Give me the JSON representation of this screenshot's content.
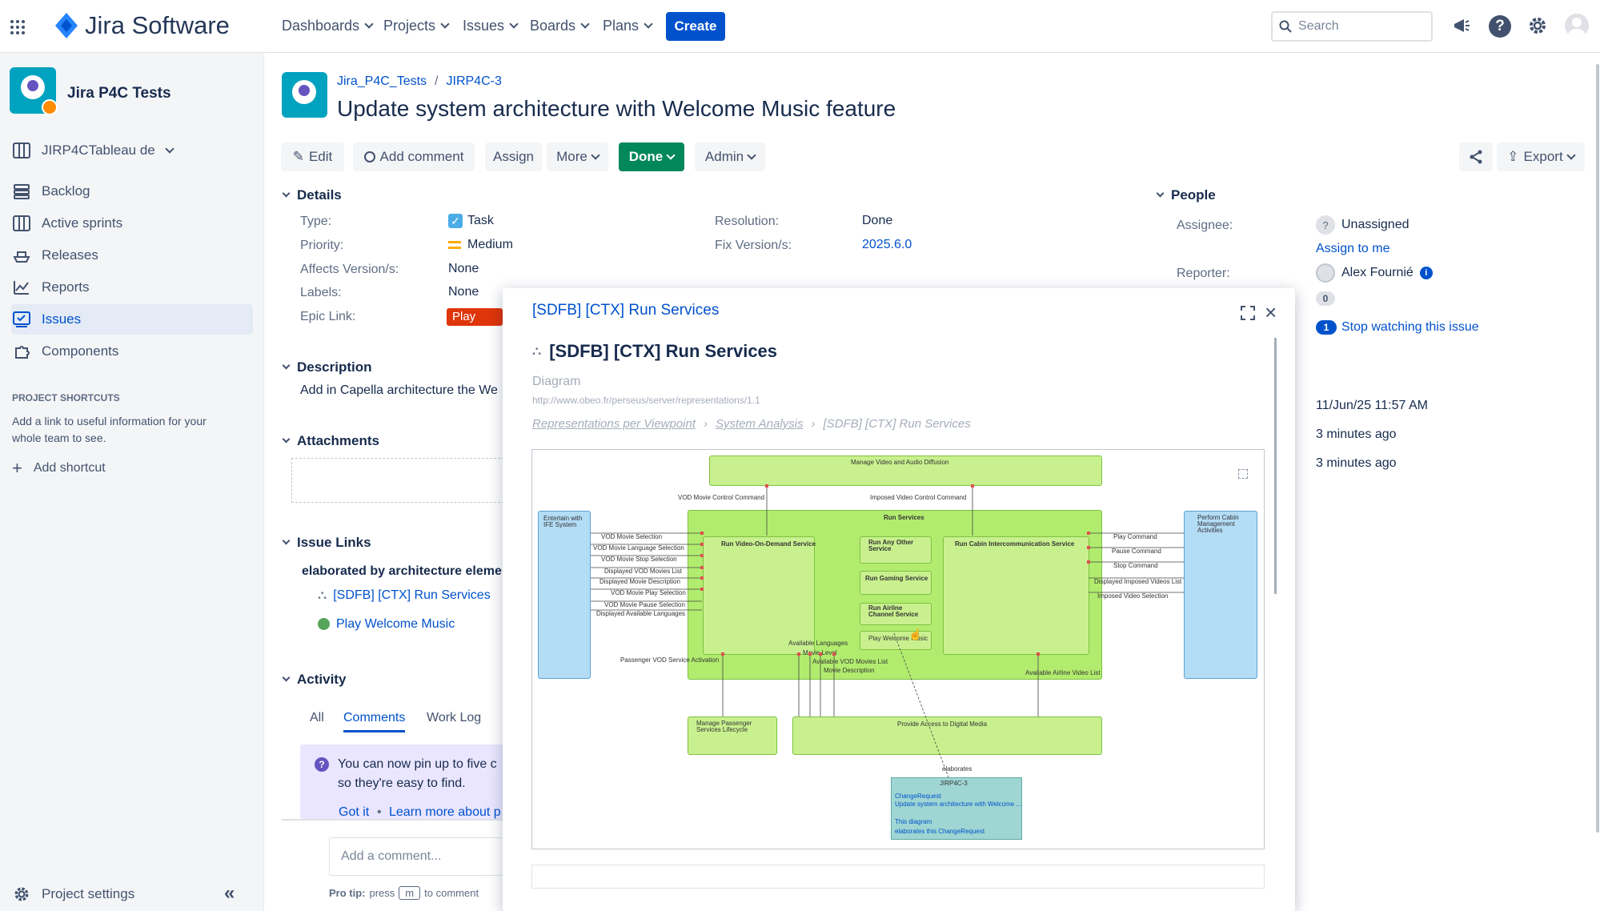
{
  "header": {
    "product": "Jira Software",
    "nav": [
      "Dashboards",
      "Projects",
      "Issues",
      "Boards",
      "Plans"
    ],
    "create_label": "Create",
    "search_placeholder": "Search"
  },
  "sidebar": {
    "project_name": "Jira P4C Tests",
    "board_selector": "JIRP4CTableau de",
    "items": [
      {
        "label": "Backlog",
        "icon": "backlog-icon"
      },
      {
        "label": "Active sprints",
        "icon": "board-icon"
      },
      {
        "label": "Releases",
        "icon": "ship-icon"
      },
      {
        "label": "Reports",
        "icon": "chart-icon"
      },
      {
        "label": "Issues",
        "icon": "issues-icon",
        "active": true
      },
      {
        "label": "Components",
        "icon": "puzzle-icon"
      }
    ],
    "shortcuts_heading": "PROJECT SHORTCUTS",
    "shortcuts_text": "Add a link to useful information for your whole team to see.",
    "add_shortcut": "Add shortcut",
    "project_settings": "Project settings"
  },
  "issue": {
    "breadcrumb_project": "Jira_P4C_Tests",
    "breadcrumb_key": "JIRP4C-3",
    "title": "Update system architecture with Welcome Music feature",
    "toolbar": {
      "edit": "Edit",
      "add_comment": "Add comment",
      "assign": "Assign",
      "more": "More",
      "status": "Done",
      "admin": "Admin",
      "export": "Export"
    },
    "details_heading": "Details",
    "fields": {
      "type_label": "Type:",
      "type_value": "Task",
      "priority_label": "Priority:",
      "priority_value": "Medium",
      "affects_label": "Affects Version/s:",
      "affects_value": "None",
      "labels_label": "Labels:",
      "labels_value": "None",
      "epic_label": "Epic Link:",
      "epic_value": "Play \"We",
      "resolution_label": "Resolution:",
      "resolution_value": "Done",
      "fix_label": "Fix Version/s:",
      "fix_value": "2025.6.0"
    },
    "description_heading": "Description",
    "description_text": "Add in Capella architecture the We",
    "attachments_heading": "Attachments",
    "links_heading": "Issue Links",
    "links_relation": "elaborated by architecture eleme",
    "links": [
      "[SDFB] [CTX] Run Services",
      "Play Welcome Music"
    ],
    "activity_heading": "Activity",
    "activity_tabs": [
      "All",
      "Comments",
      "Work Log"
    ],
    "pin_text_1": "You can now pin up to five c",
    "pin_text_2": "so they're easy to find.",
    "got_it": "Got it",
    "learn_more": "Learn more about p",
    "comment_placeholder": "Add a comment...",
    "pro_tip_prefix": "Pro tip:",
    "pro_tip_press": "press",
    "pro_tip_key": "m",
    "pro_tip_suffix": "to comment"
  },
  "people": {
    "heading": "People",
    "assignee_label": "Assignee:",
    "assignee_value": "Unassigned",
    "assign_to_me": "Assign to me",
    "reporter_label": "Reporter:",
    "reporter_value": "Alex Fournié",
    "votes": "0",
    "watchers": "1",
    "watch_text": "Stop watching this issue",
    "dates": [
      "11/Jun/25 11:57 AM",
      "3 minutes ago",
      "3 minutes ago"
    ]
  },
  "popup": {
    "header_title": "[SDFB] [CTX] Run Services",
    "title": "[SDFB] [CTX] Run Services",
    "kind": "Diagram",
    "url": "http://www.obeo.fr/perseus/server/representations/1.1",
    "crumbs": [
      "Representations per Viewpoint",
      "System Analysis",
      "[SDFB] [CTX] Run Services"
    ],
    "diagram": {
      "top": "Manage Video and Audio Diffusion",
      "left_actor": "Entertain with IFE System",
      "right_actor": "Perform Cabin Management Activities",
      "run_services": "Run Services",
      "vod": "Run Video-On-Demand Service",
      "other": "Run Any Other Service",
      "gaming": "Run Gaming Service",
      "airline": "Run Airline Channel Service",
      "welcome": "Play Welcome Music",
      "cabin": "Run Cabin Intercommunication Service",
      "passenger": "Manage Passenger Services Lifecycle",
      "digital": "Provide Access to Digital Media",
      "vod_ctrl": "VOD Movie Control Command",
      "imposed_ctrl": "Imposed Video Control Command",
      "left_flows": [
        "VOD Movie Selection",
        "VOD Movie Language Selection",
        "VOD Movie Stop Selection",
        "Displayed VOD Movies List",
        "Displayed Movie Description",
        "VOD Movie Play Selection",
        "VOD Movie Pause Selection",
        "Displayed Available Languages"
      ],
      "right_flows": [
        "Play Command",
        "Pause Command",
        "Stop Command",
        "Displayed Imposed Videos List",
        "Imposed Video Selection"
      ],
      "bottom_flows": [
        "Available Languages",
        "Movie Level",
        "Available VOD Movies List",
        "Movie Description",
        "Passenger VOD Service Activation",
        "Available Airline Video List"
      ],
      "elaborates": "elaborates",
      "note_key": "JIRP4C-3",
      "note_type": "ChangeRequest",
      "note_summary": "Update system architecture with Welcome ...",
      "note_diag": "This diagram",
      "note_rel": "elaborates this ChangeRequest"
    }
  },
  "colors": {
    "primary": "#0052cc",
    "done": "#00875a",
    "epic": "#de350b",
    "diagram_green": "#c9f08f",
    "diagram_blue": "#b3dcf5"
  }
}
